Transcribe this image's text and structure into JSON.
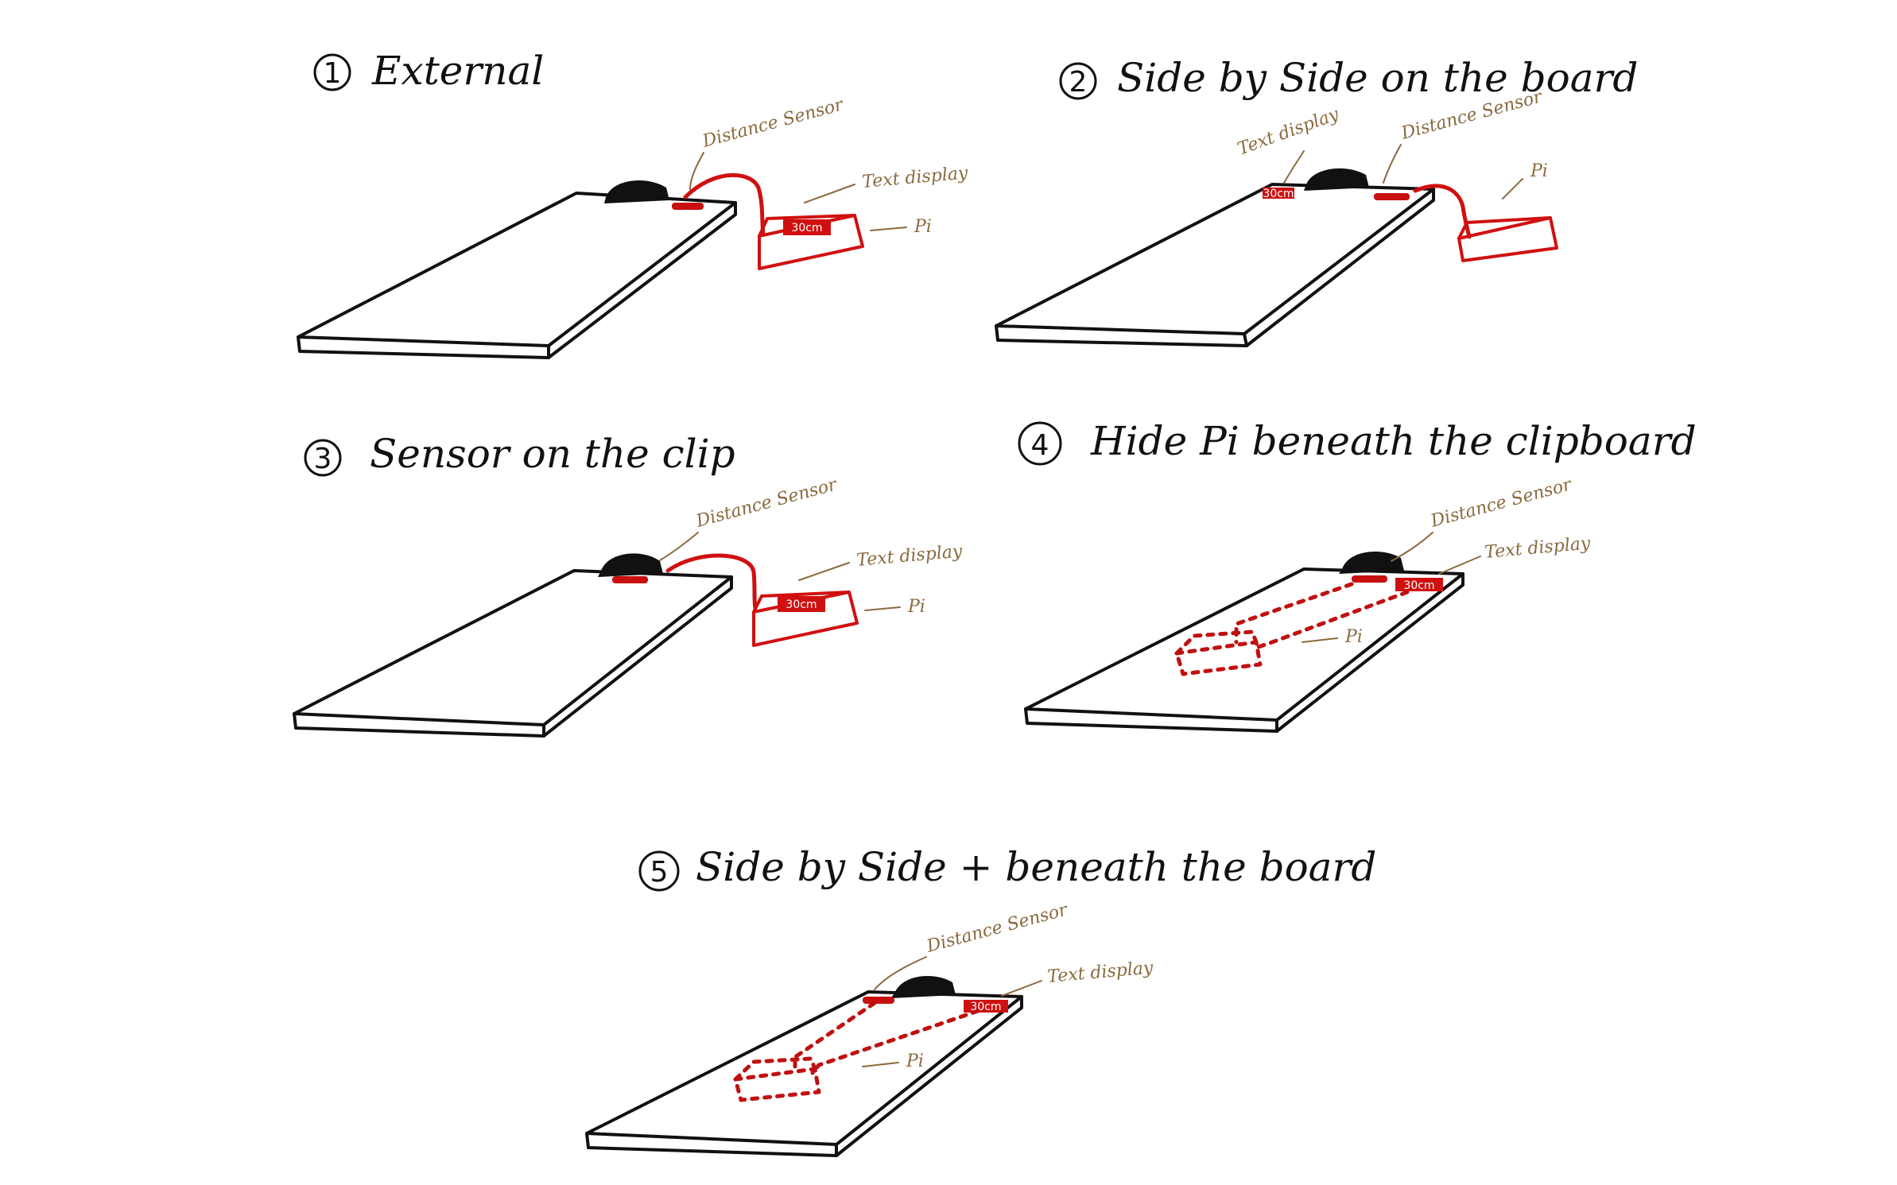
{
  "panels": [
    {
      "number": "1",
      "title": "External",
      "labels": {
        "sensor": "Distance Sensor",
        "display": "Text display",
        "pi": "Pi",
        "reading": "30cm"
      }
    },
    {
      "number": "2",
      "title": "Side by Side on the board",
      "labels": {
        "sensor": "Distance Sensor",
        "display": "Text display",
        "pi": "Pi",
        "reading": "30cm"
      }
    },
    {
      "number": "3",
      "title": "Sensor on the clip",
      "labels": {
        "sensor": "Distance Sensor",
        "display": "Text display",
        "pi": "Pi",
        "reading": "30cm"
      }
    },
    {
      "number": "4",
      "title": "Hide Pi beneath the clipboard",
      "labels": {
        "sensor": "Distance Sensor",
        "display": "Text display",
        "pi": "Pi",
        "reading": "30cm"
      }
    },
    {
      "number": "5",
      "title": "Side by Side + beneath the board",
      "labels": {
        "sensor": "Distance Sensor",
        "display": "Text display",
        "pi": "Pi",
        "reading": "30cm"
      }
    }
  ],
  "colors": {
    "ink": "#111111",
    "hardware": "#d01010",
    "annotation": "#8a6a3e",
    "background": "#ffffff"
  }
}
